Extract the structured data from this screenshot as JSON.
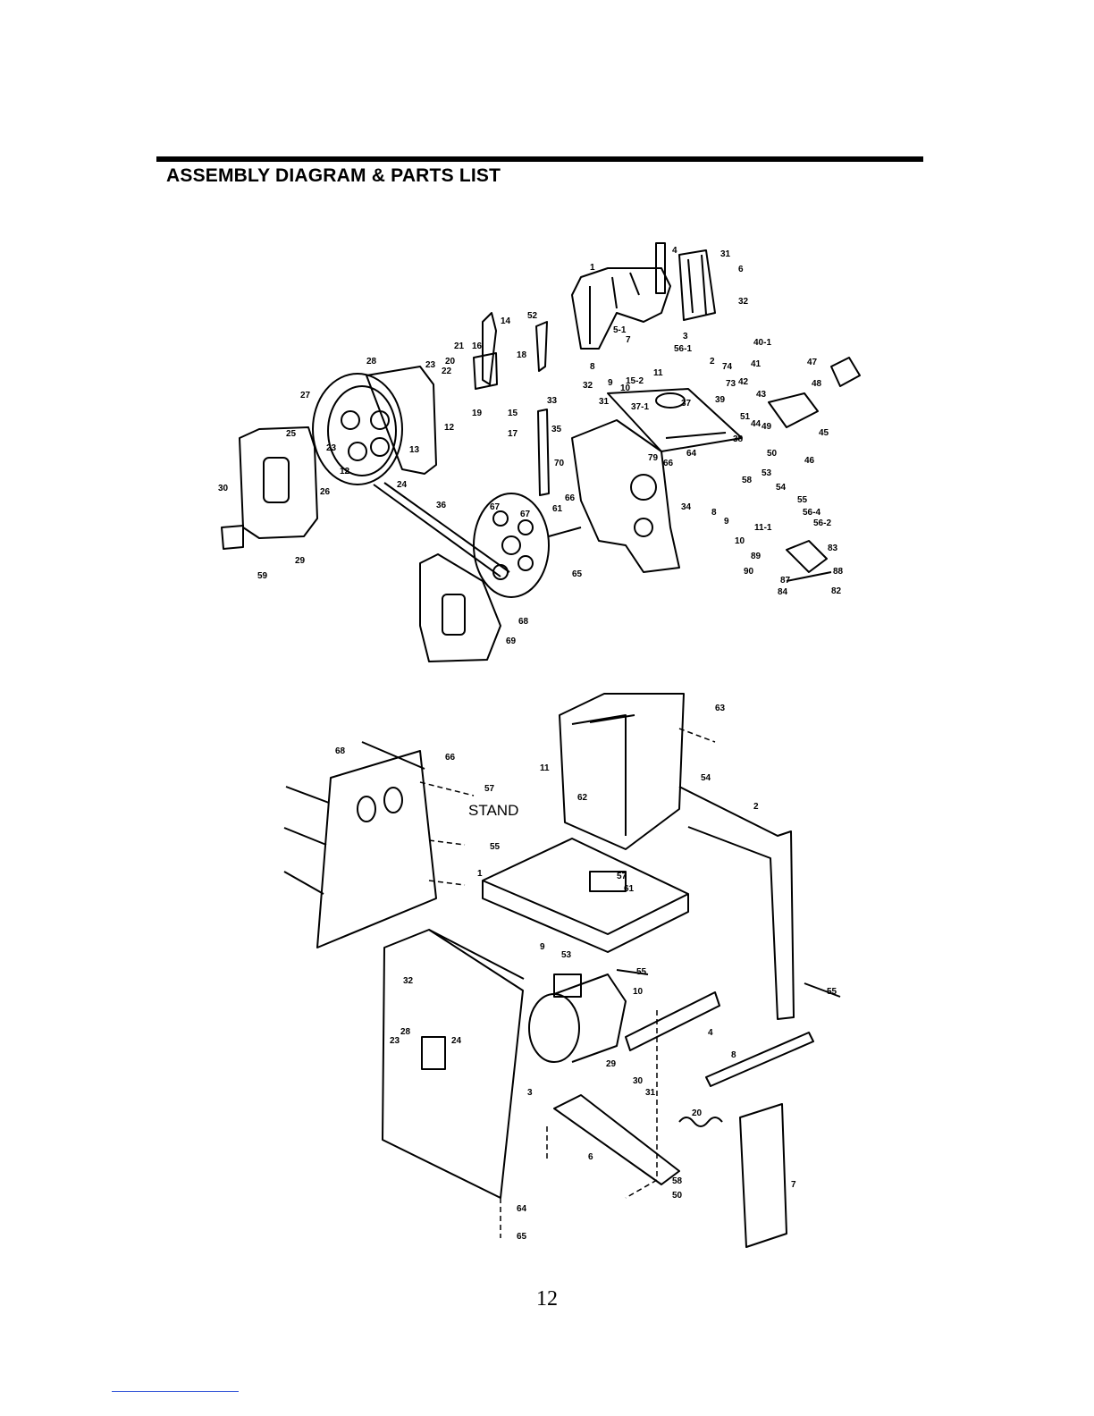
{
  "header": {
    "title": "ASSEMBLY DIAGRAM & PARTS LIST"
  },
  "upper_callouts": [
    "1",
    "4",
    "31",
    "6",
    "32",
    "52",
    "14",
    "21",
    "16",
    "18",
    "20",
    "23",
    "22",
    "28",
    "27",
    "12",
    "19",
    "15",
    "17",
    "13",
    "25",
    "23",
    "12",
    "24",
    "26",
    "30",
    "29",
    "59",
    "36",
    "5-1",
    "7",
    "3",
    "56-1",
    "8",
    "9",
    "11",
    "2",
    "74",
    "73",
    "10",
    "15-2",
    "33",
    "32",
    "31",
    "37-1",
    "37",
    "39",
    "35",
    "70",
    "51",
    "44",
    "38",
    "79",
    "66",
    "64",
    "67",
    "66",
    "61",
    "67",
    "65",
    "34",
    "68",
    "69",
    "40-1",
    "41",
    "47",
    "48",
    "42",
    "43",
    "49",
    "50",
    "46",
    "45",
    "58",
    "53",
    "54",
    "55",
    "56-4",
    "56-2",
    "8",
    "9",
    "11-1",
    "10",
    "83",
    "89",
    "90",
    "88",
    "87",
    "84",
    "82"
  ],
  "lower_callouts": [
    "63",
    "68",
    "66",
    "57",
    "11",
    "54",
    "62",
    "2",
    "55",
    "1",
    "57",
    "61",
    "32",
    "9",
    "53",
    "55",
    "10",
    "55",
    "28",
    "23",
    "24",
    "4",
    "3",
    "8",
    "29",
    "30",
    "31",
    "20",
    "6",
    "7",
    "58",
    "50",
    "64",
    "65"
  ],
  "lower_title": "STAND",
  "page_number": "12",
  "colors": {
    "ink": "#000000",
    "paper": "#ffffff",
    "footer_link": "#2b4fd6"
  }
}
